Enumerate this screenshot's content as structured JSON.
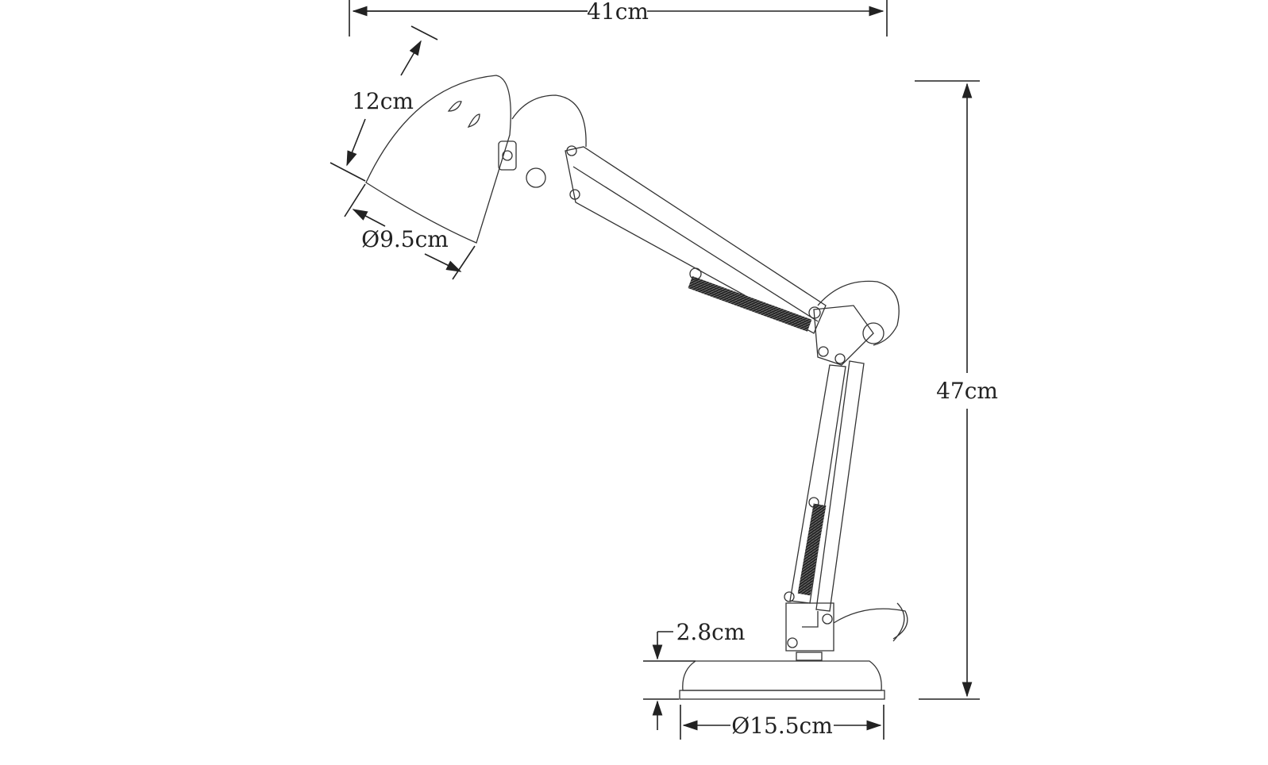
{
  "dimensions": {
    "overall_width": "41cm",
    "shade_height": "12cm",
    "shade_diameter": "Ø9.5cm",
    "overall_height": "47cm",
    "base_height": "2.8cm",
    "base_diameter": "Ø15.5cm"
  }
}
